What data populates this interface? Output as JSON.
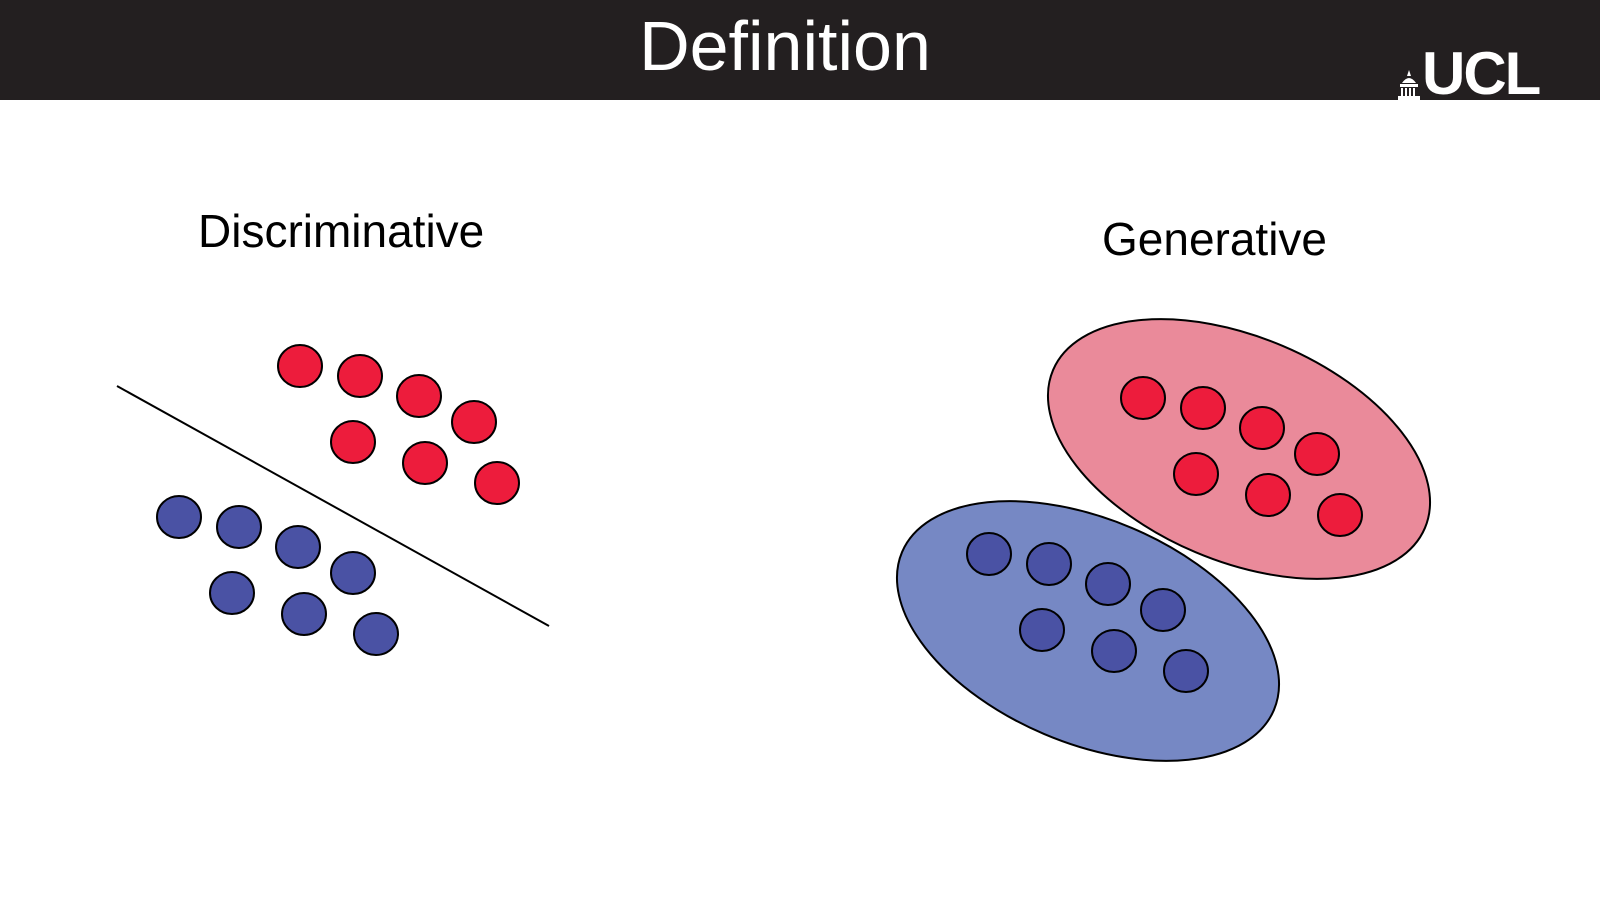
{
  "slide": {
    "title": "Definition",
    "logo_text": "UCL",
    "logo_icon": "portico-icon"
  },
  "panels": {
    "discriminative": {
      "label": "Discriminative",
      "red_points": 7,
      "blue_points": 7,
      "boundary": "straight-line"
    },
    "generative": {
      "label": "Generative",
      "red_points": 7,
      "blue_points": 7,
      "boundary": "ellipses"
    }
  },
  "colors": {
    "header": "#231f20",
    "red_point": "#ed1c3c",
    "blue_point": "#4a52a4",
    "red_region": "#ea8a9a",
    "blue_region": "#7688c4",
    "outline": "#000000"
  }
}
